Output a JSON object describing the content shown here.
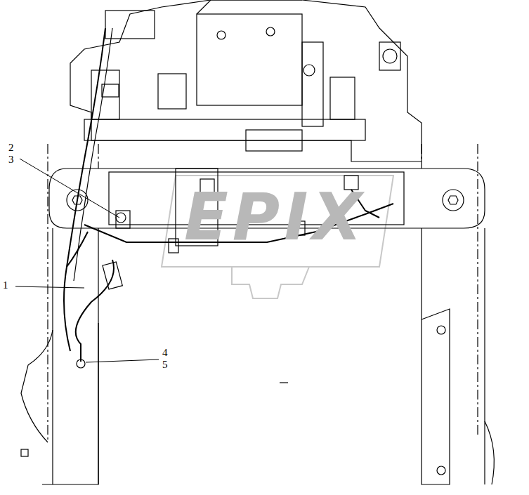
{
  "diagram": {
    "labels": [
      "2",
      "3",
      "1",
      "4",
      "5",
      "EPIX"
    ]
  }
}
